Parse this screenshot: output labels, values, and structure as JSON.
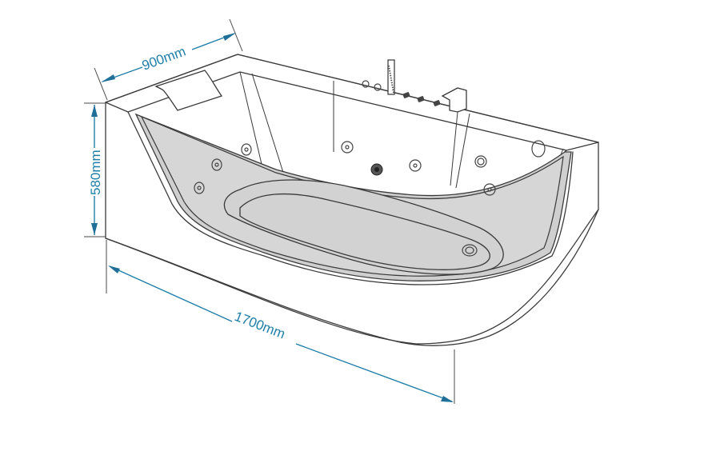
{
  "diagram": {
    "subject": "Bathtub with glass front panel and whirlpool jets — dimension drawing",
    "dimensions": {
      "width": {
        "label": "900mm",
        "value": 900,
        "unit": "mm"
      },
      "height": {
        "label": "580mm",
        "value": 580,
        "unit": "mm"
      },
      "length": {
        "label": "1700mm",
        "value": 1700,
        "unit": "mm"
      }
    },
    "components": {
      "headrest": "headrest",
      "faucet_controls": [
        "shower-handset",
        "control-button-1",
        "control-button-2",
        "valve-1",
        "valve-2",
        "valve-3",
        "spout"
      ],
      "jets_count": 10,
      "drain": "drain"
    },
    "colors": {
      "dimension": "#1f7fa8",
      "outline": "#3a3a3a",
      "glass": "#cfcfcf",
      "background": "#ffffff"
    }
  }
}
